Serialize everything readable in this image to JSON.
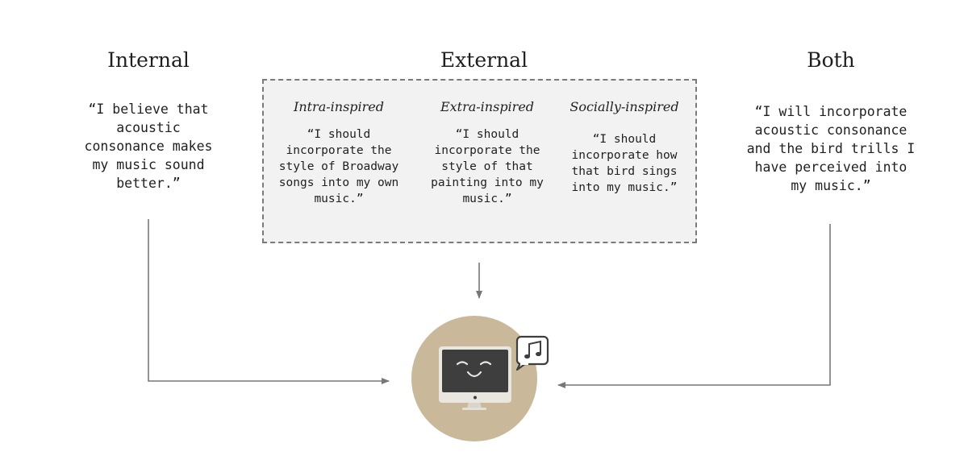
{
  "internal": {
    "heading": "Internal",
    "quote": "“I believe that\nacoustic\nconsonance makes\nmy music sound\nbetter.”"
  },
  "external": {
    "heading": "External",
    "columns": [
      {
        "title": "Intra-inspired",
        "quote": "“I should\nincorporate the\nstyle of Broadway\nsongs into my own\nmusic.”"
      },
      {
        "title": "Extra-inspired",
        "quote": "“I should\nincorporate the\nstyle of that\npainting into my\nmusic.”"
      },
      {
        "title": "Socially-inspired",
        "quote": "“I should\nincorporate how\nthat bird sings\ninto my music.”"
      }
    ]
  },
  "both": {
    "heading": "Both",
    "quote": "“I will incorporate\nacoustic consonance\nand the bird trills I\nhave perceived into\nmy music.”"
  },
  "colors": {
    "circle": "#c9b99a",
    "monitor_body": "#e8e6df",
    "screen": "#3e3e3e",
    "arrow": "#777777"
  },
  "icons": {
    "center": "computer-monitor-icon",
    "bubble": "music-note-icon"
  }
}
